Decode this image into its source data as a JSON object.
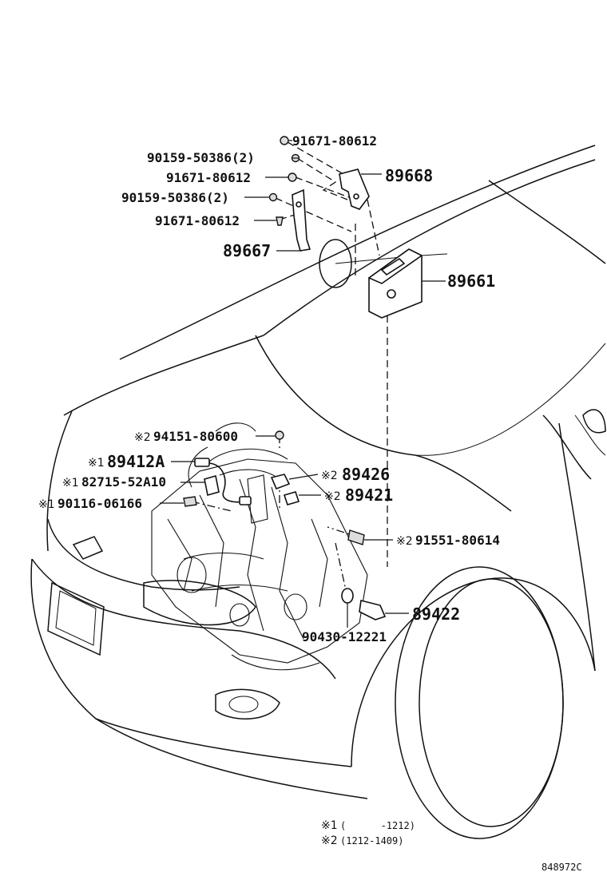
{
  "callouts": {
    "bolt_top": "91671-80612",
    "nut_top_2": "90159-50386(2)",
    "bolt_mid": "91671-80612",
    "nut_mid_2": "90159-50386(2)",
    "bolt_low": "91671-80612",
    "bracket_rh": "89668",
    "bracket_lh": "89667",
    "ecu": "89661",
    "nut_94151": "94151-80600",
    "sensor_89412a": "89412A",
    "bracket_82715": "82715-52A10",
    "bolt_90116": "90116-06166",
    "sensor_89426": "89426",
    "sensor_89421": "89421",
    "bolt_91551": "91551-80614",
    "sensor_89422": "89422",
    "gasket_90430": "90430-12221"
  },
  "marks": {
    "note1": "※2",
    "note_sub1": "※1",
    "note_sub1b": "※1",
    "note_sub1c": "※1",
    "note2a": "※2",
    "note2b": "※2",
    "note2c": "※2"
  },
  "legend": {
    "line1_mark": "※1",
    "line1_text": "(      -1212)",
    "line2_mark": "※2",
    "line2_text": "(1212-1409)"
  },
  "drawing_number": "848972C"
}
